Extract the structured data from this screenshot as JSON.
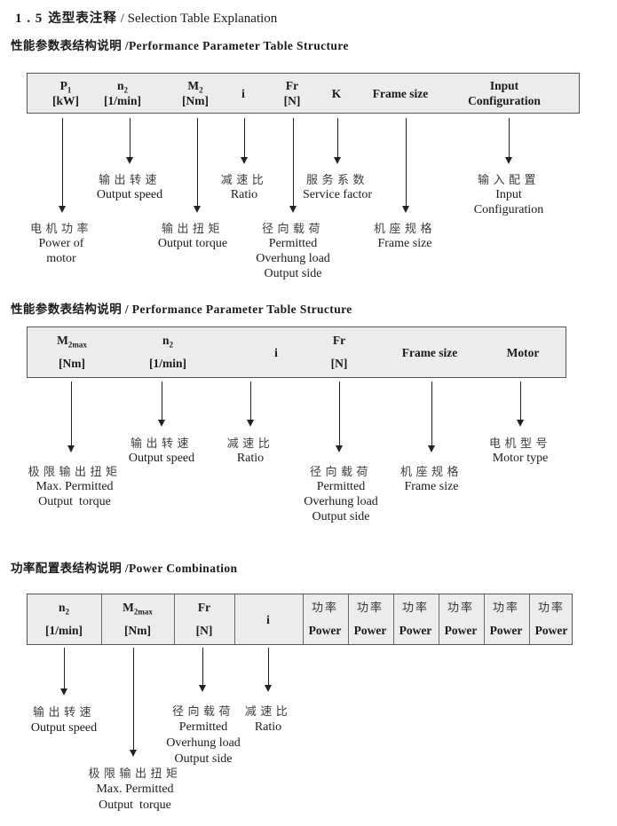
{
  "colors": {
    "page_bg": "#ffffff",
    "table_bg": "#ececec",
    "table_border": "#555555",
    "text": "#1a1a1a",
    "arrow": "#222222",
    "label_zh": "#3c3c3c"
  },
  "title": {
    "num": "1 . 5",
    "zh": "选型表注释",
    "rest": "/  Selection Table Explanation"
  },
  "sections": [
    {
      "heading": "性能参数表结构说明 /Performance Parameter Table Structure",
      "table": {
        "columns": [
          {
            "top": "P",
            "sub": "1",
            "bottom": "[kW]"
          },
          {
            "top": "n",
            "sub": "2",
            "bottom": "[1/min]"
          },
          {
            "top": "M",
            "sub": "2",
            "bottom": "[Nm]"
          },
          {
            "top": "i"
          },
          {
            "top": "Fr",
            "bottom": "[N]"
          },
          {
            "top": "K"
          },
          {
            "top": "Frame size"
          },
          {
            "top": "Input",
            "bottom": "Configuration"
          }
        ]
      },
      "callouts": [
        {
          "lines": [
            "电机功率",
            "Power of",
            "motor"
          ]
        },
        {
          "lines": [
            "输出转速",
            "Output speed"
          ]
        },
        {
          "lines": [
            "输出扭矩",
            "Output torque"
          ]
        },
        {
          "lines": [
            "减速比",
            "Ratio"
          ]
        },
        {
          "lines": [
            "径向载荷",
            "Permitted",
            "Overhung load",
            "Output side"
          ]
        },
        {
          "lines": [
            "服务系数",
            "Service factor"
          ]
        },
        {
          "lines": [
            "机座规格",
            "Frame size"
          ]
        },
        {
          "lines": [
            "输入配置",
            "Input",
            "Configuration"
          ]
        }
      ]
    },
    {
      "heading": "性能参数表结构说明 /  Performance Parameter Table Structure",
      "table": {
        "columns": [
          {
            "top": "M",
            "sub": "2max",
            "bottom": "[Nm]"
          },
          {
            "top": "n",
            "sub": "2",
            "bottom": "[1/min]"
          },
          {
            "top": "i"
          },
          {
            "top": "Fr",
            "bottom": "[N]"
          },
          {
            "top": "Frame size"
          },
          {
            "top": "Motor"
          }
        ]
      },
      "callouts": [
        {
          "lines": [
            "极限输出扭矩",
            "Max. Permitted",
            "Output  torque"
          ]
        },
        {
          "lines": [
            "输出转速",
            "Output speed"
          ]
        },
        {
          "lines": [
            "减速比",
            "Ratio"
          ]
        },
        {
          "lines": [
            "径向载荷",
            "Permitted",
            "Overhung load",
            "Output side"
          ]
        },
        {
          "lines": [
            "机座规格",
            "Frame size"
          ]
        },
        {
          "lines": [
            "电机型号",
            "Motor type"
          ]
        }
      ]
    },
    {
      "heading": "功率配置表结构说明 /Power Combination",
      "table": {
        "columns": [
          {
            "top": "n",
            "sub": "2",
            "bottom": "[1/min]"
          },
          {
            "top": "M",
            "sub": "2max",
            "bottom": "[Nm]"
          },
          {
            "top": "Fr",
            "bottom": "[N]"
          },
          {
            "top": "i"
          },
          {
            "top": "功率",
            "bottom": "Power"
          },
          {
            "top": "功率",
            "bottom": "Power"
          },
          {
            "top": "功率",
            "bottom": "Power"
          },
          {
            "top": "功率",
            "bottom": "Power"
          },
          {
            "top": "功率",
            "bottom": "Power"
          },
          {
            "top": "功率",
            "bottom": "Power"
          }
        ]
      },
      "callouts": [
        {
          "lines": [
            "输出转速",
            "Output speed"
          ]
        },
        {
          "lines": [
            "极限输出扭矩",
            "Max. Permitted",
            "Output  torque"
          ]
        },
        {
          "lines": [
            "径向载荷",
            "Permitted",
            "Overhung load",
            "Output side"
          ]
        },
        {
          "lines": [
            "减速比",
            "Ratio"
          ]
        }
      ]
    }
  ]
}
